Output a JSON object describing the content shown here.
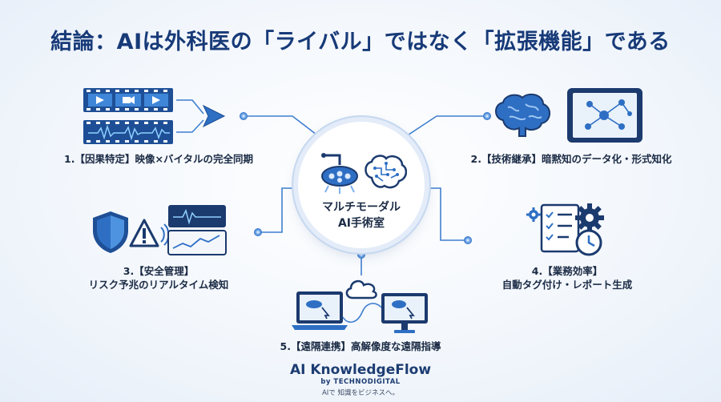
{
  "title": "結論：AIは外科医の「ライバル」ではなく「拡張機能」である",
  "hub": {
    "line1": "マルチモーダル",
    "line2": "AI手術室",
    "icons": [
      "surgical-light-icon",
      "brain-circuit-icon"
    ]
  },
  "nodes": {
    "n1": {
      "label": "1.【因果特定】映像×バイタルの完全同期",
      "icons": [
        "video-filmstrip-icon",
        "vital-waveform-icon",
        "merge-arrow-icon"
      ]
    },
    "n2": {
      "label": "2.【技術継承】暗黙知のデータ化・形式知化",
      "icons": [
        "brain-icon",
        "tablet-network-icon"
      ]
    },
    "n3": {
      "line1": "3.【安全管理】",
      "line2": "リスク予兆のリアルタイム検知",
      "icons": [
        "shield-icon",
        "warning-icon",
        "monitor-chart-icon"
      ]
    },
    "n4": {
      "line1": "4.【業務効率】",
      "line2": "自動タグ付け・レポート生成",
      "icons": [
        "checklist-report-icon",
        "gear-icon",
        "clock-icon"
      ]
    },
    "n5": {
      "label": "5.【遠隔連携】高解像度な遠隔指導",
      "icons": [
        "laptop-icon",
        "cloud-icon",
        "monitor-icon"
      ]
    }
  },
  "brand": {
    "name": "AI KnowledgeFlow",
    "by": "by TECHNODIGITAL",
    "tagline": "AIで 知識をビジネスへ。"
  },
  "colors": {
    "title": "#173a78",
    "line": "#3f7fcf",
    "accent": "#2e6fc4",
    "dark": "#1b3a6e"
  }
}
